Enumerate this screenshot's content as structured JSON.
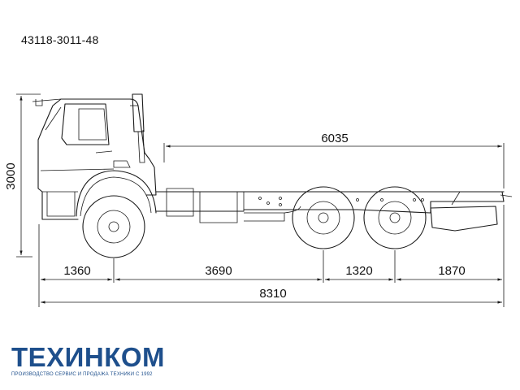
{
  "model": "43118-3011-48",
  "dimensions": {
    "height": "3000",
    "frame_length": "6035",
    "front_overhang": "1360",
    "wheelbase_front": "3690",
    "wheelbase_rear": "1320",
    "rear_overhang": "1870",
    "total_length": "8310"
  },
  "logo": {
    "name": "ТЕХИНКОМ",
    "tagline": "ПРОИЗВОДСТВО СЕРВИС И ПРОДАЖА ТЕХНИКИ С 1992",
    "color": "#1e4f8c"
  }
}
